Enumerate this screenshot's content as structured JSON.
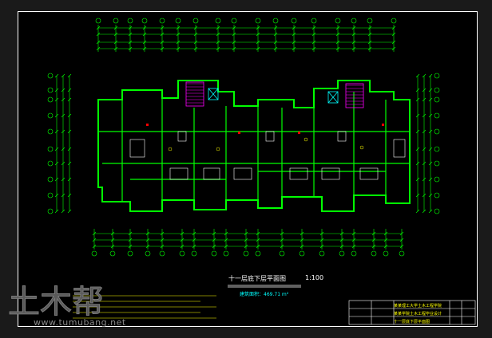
{
  "drawing": {
    "title": "十一层底下层平面图",
    "scale": "1:100",
    "area_label": "建筑面积：",
    "area_value": "469.71 m²"
  },
  "title_block": {
    "school": "某某理工大学土木工程学院",
    "project": "某某学院土木工程毕业设计",
    "drawing_name": "十一层底下层平面图"
  },
  "watermark": {
    "logo": "土木帮",
    "url": "www.tumubang.net"
  },
  "colors": {
    "background": "#000000",
    "walls": "#00ff00",
    "dimensions": "#00ff00",
    "furniture": "#ffffff",
    "accent_magenta": "#ff00ff",
    "accent_cyan": "#00ffff",
    "accent_yellow": "#ffff00",
    "accent_red": "#ff0000"
  }
}
